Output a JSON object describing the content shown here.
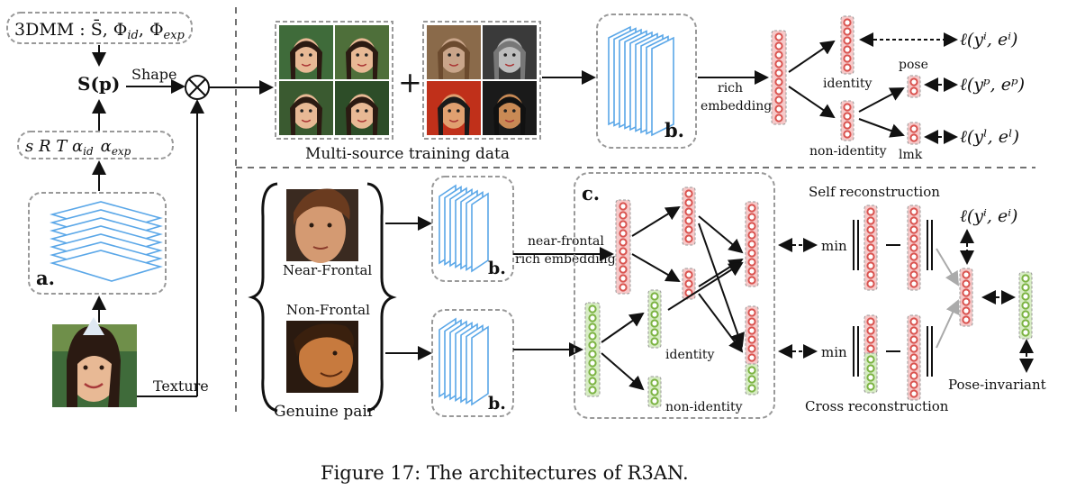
{
  "left": {
    "model_eq": "3DMM : S̄, Φ",
    "model_sub1": "id",
    "model_sep": ", Φ",
    "model_sub2": "exp",
    "shape_eq": "S(p)",
    "shape_label": "Shape",
    "params": "s  R  T  α",
    "params_sub1": "id",
    "params_alpha2": "α",
    "params_sub2": "exp",
    "net_tag": "a.",
    "texture_label": "Texture"
  },
  "top": {
    "training_label": "Multi-source training data",
    "net_tag": "b.",
    "embed_label_1": "rich",
    "embed_label_2": "embedding",
    "identity_label": "identity",
    "nonidentity_label": "non-identity",
    "pose_label": "pose",
    "lmk_label": "lmk",
    "loss_i": "ℓ(yⁱ, eⁱ)",
    "loss_p": "ℓ(yᵖ, eᵖ)",
    "loss_l": "ℓ(yˡ, eˡ)"
  },
  "bottom": {
    "near_frontal": "Near-Frontal",
    "non_frontal": "Non-Frontal",
    "genuine_pair": "Genuine pair",
    "net_tag_b1": "b.",
    "net_tag_b2": "b.",
    "block_tag": "c.",
    "nf_embed_1": "near-frontal",
    "nf_embed_2": "rich embedding",
    "identity_label": "identity",
    "nonidentity_label": "non-identity",
    "self_recon": "Self reconstruction",
    "cross_recon": "Cross reconstruction",
    "min_1": "min",
    "min_2": "min",
    "loss_i": "ℓ(yⁱ, eⁱ)",
    "pose_invariant": "Pose-invariant"
  },
  "caption": "Figure 17: The architectures of R3AN.",
  "colors": {
    "red_unit": "#d9534f",
    "red_bg": "#f6c9c9",
    "green_unit": "#7cb342",
    "green_bg": "#d7ecc4",
    "net_blue": "#5aa7e8",
    "dash": "#888888"
  }
}
